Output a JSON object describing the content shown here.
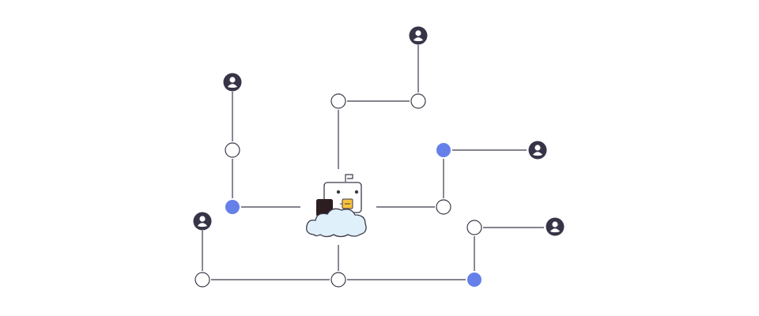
{
  "colors": {
    "background": "#ffffff",
    "line": "#3b3a4a",
    "node_active": "#6680ea",
    "node_empty": "#ffffff",
    "user_icon": "#373447",
    "cloud_fill": "#dff0fa",
    "box_dark": "#2b1d20",
    "box_accent": "#f7c23b"
  },
  "icons": {
    "user": "user-avatar-icon",
    "hub": "cloud-server-mascot-icon"
  },
  "nodes": [
    {
      "id": "n1",
      "state": "empty"
    },
    {
      "id": "n2",
      "state": "active"
    },
    {
      "id": "n3",
      "state": "empty"
    },
    {
      "id": "n4",
      "state": "empty"
    },
    {
      "id": "n5",
      "state": "active"
    },
    {
      "id": "n6",
      "state": "empty"
    },
    {
      "id": "n7",
      "state": "empty"
    },
    {
      "id": "n8",
      "state": "empty"
    },
    {
      "id": "n9",
      "state": "empty"
    },
    {
      "id": "n10",
      "state": "active"
    }
  ],
  "users": [
    {
      "id": "u1"
    },
    {
      "id": "u2"
    },
    {
      "id": "u3"
    },
    {
      "id": "u4"
    },
    {
      "id": "u5"
    }
  ]
}
